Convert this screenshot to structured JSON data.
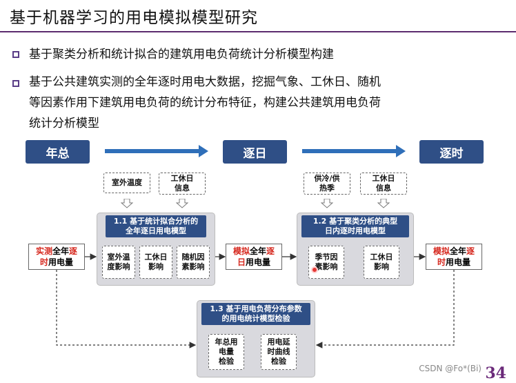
{
  "title": "基于机器学习的用电模拟模型研究",
  "bullets": [
    "基于聚类分析和统计拟合的建筑用电负荷统计分析模型构建",
    "基于公共建筑实测的全年逐时用电大数据，挖掘气象、工休日、随机",
    "等因素作用下建筑用电负荷的统计分布特征，构建公共建筑用电负荷",
    "统计分析模型"
  ],
  "phases": [
    "年总",
    "逐日",
    "逐时"
  ],
  "inputs": {
    "outdoor_temp": "室外温度",
    "workday_1": [
      "工休日",
      "信息"
    ],
    "cooling_heating": [
      "供冷/供",
      "热季"
    ],
    "workday_2": [
      "工休日",
      "信息"
    ]
  },
  "module1": {
    "head": [
      "1.1 基于统计拟合分析的",
      "全年逐日用电模型"
    ],
    "items": [
      [
        "室外温",
        "度影响"
      ],
      [
        "工休日",
        "影响"
      ],
      [
        "随机因",
        "素影响"
      ]
    ]
  },
  "module2": {
    "head": [
      "1.2 基于聚类分析的典型",
      "日内逐时用电模型"
    ],
    "items": [
      [
        "季节因",
        "素影响"
      ],
      [
        "工休日",
        "影响"
      ]
    ]
  },
  "module3": {
    "head": [
      "1.3 基于用电负荷分布参数",
      "的用电统计模型检验"
    ],
    "items": [
      [
        "年总用",
        "电量",
        "检验"
      ],
      [
        "用电延",
        "时曲线",
        "检验"
      ]
    ]
  },
  "energy": {
    "measured": {
      "red1": "实测",
      "black1": "全年",
      "red2": "逐",
      "red3": "时",
      "black2": "用电量"
    },
    "sim_daily": {
      "red1": "模拟",
      "black1": "全年",
      "red2": "逐",
      "red3": "日",
      "black2": "用电量"
    },
    "sim_hourly": {
      "red1": "模拟",
      "black1": "全年",
      "red2": "逐",
      "red3": "时",
      "black2": "用电量"
    }
  },
  "page_number": "34",
  "watermark": "CSDN @Fo*(Bi)"
}
